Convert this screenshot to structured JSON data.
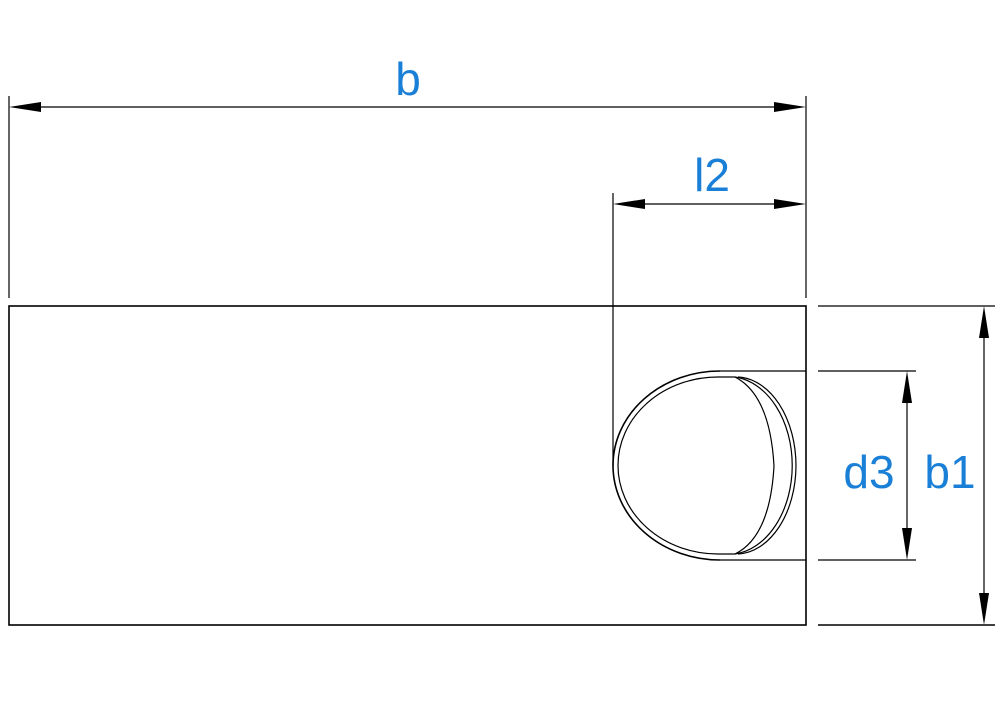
{
  "dimensions": {
    "b": "b",
    "l2": "l2",
    "d3": "d3",
    "b1": "b1"
  },
  "colors": {
    "label": "#1a7fd6",
    "line": "#000000",
    "background": "#ffffff"
  }
}
